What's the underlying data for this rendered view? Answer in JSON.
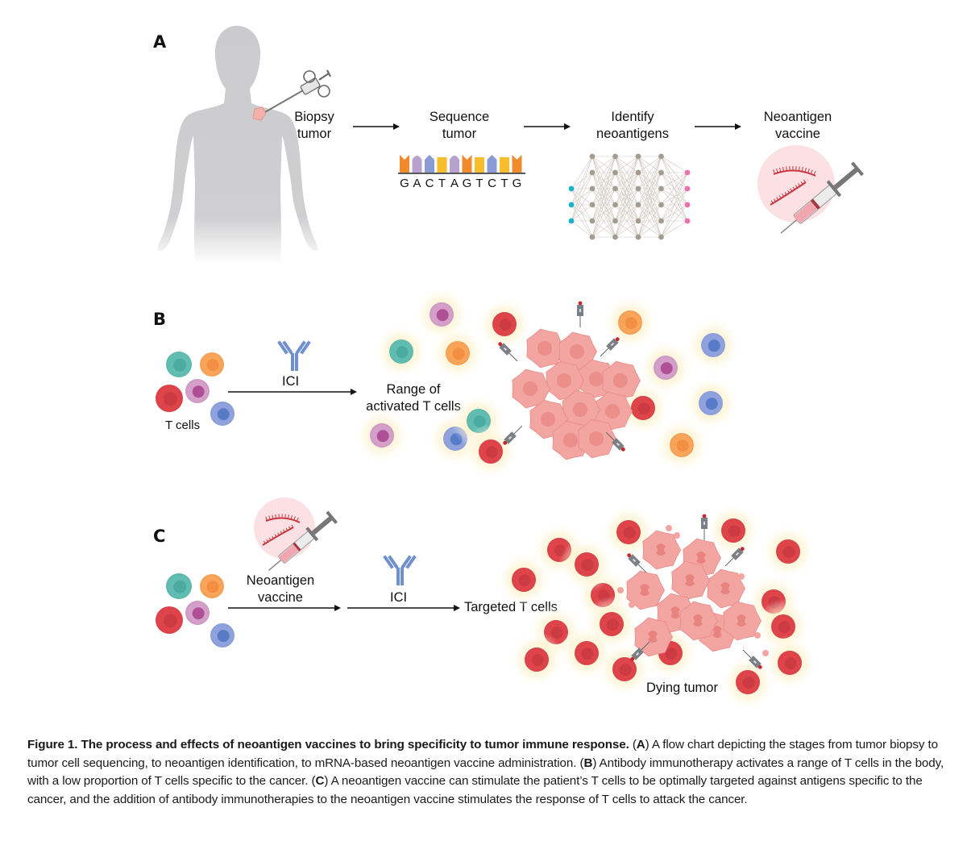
{
  "panels": {
    "A": {
      "label": "A",
      "steps": [
        {
          "line1": "Biopsy",
          "line2": "tumor"
        },
        {
          "line1": "Sequence",
          "line2": "tumor"
        },
        {
          "line1": "Identify",
          "line2": "neoantigens"
        },
        {
          "line1": "Neoantigen",
          "line2": "vaccine"
        }
      ],
      "sequence": {
        "letters": [
          "G",
          "A",
          "C",
          "T",
          "A",
          "G",
          "T",
          "C",
          "T",
          "G"
        ],
        "colors": {
          "G": "#f08a2a",
          "A": "#b8a0cf",
          "C": "#8a9ad4",
          "T": "#f7bd2a"
        }
      },
      "network": {
        "input_nodes": 3,
        "hidden_layers": 4,
        "hidden_nodes": 6,
        "output_nodes": 4,
        "input_color": "#1ab3c8",
        "hidden_color": "#a59c90",
        "output_color": "#ef6fae"
      }
    },
    "B": {
      "label": "B",
      "tcells_label": "T cells",
      "arrow_label": "ICI",
      "result_label_line1": "Range of",
      "result_label_line2": "activated T cells"
    },
    "C": {
      "label": "C",
      "vaccine_line1": "Neoantigen",
      "vaccine_line2": "vaccine",
      "arrow_label": "ICI",
      "result_label": "Targeted T cells",
      "tumor_label": "Dying tumor"
    }
  },
  "cell_colors": {
    "teal": "#5fb9ad",
    "orange": "#f4a158",
    "red": "#d9434a",
    "purple": "#cf9bc4",
    "blue": "#8d9fd8",
    "tumor": "#f3a5a2",
    "antibody": "#6f8fcf"
  },
  "caption": {
    "title": "Figure 1. The process and effects of neoantigen vaccines to bring specificity to tumor immune response.",
    "part_a_label": "A",
    "part_a_text": " A flow chart depicting the stages from tumor biopsy to tumor cell sequencing, to neoantigen identification, to mRNA-based neoantigen vaccine administration. ",
    "part_b_label": "B",
    "part_b_text": " Antibody immunotherapy activates a range of T cells in the body, with a low proportion of T cells specific to the cancer. ",
    "part_c_label": "C",
    "part_c_text": " A neoantigen vaccine can stimulate the patient’s T cells to be optimally targeted against antigens specific to the cancer, and the addition of antibody immunotherapies to the neoantigen vaccine stimulates the response of T cells to attack the cancer."
  }
}
